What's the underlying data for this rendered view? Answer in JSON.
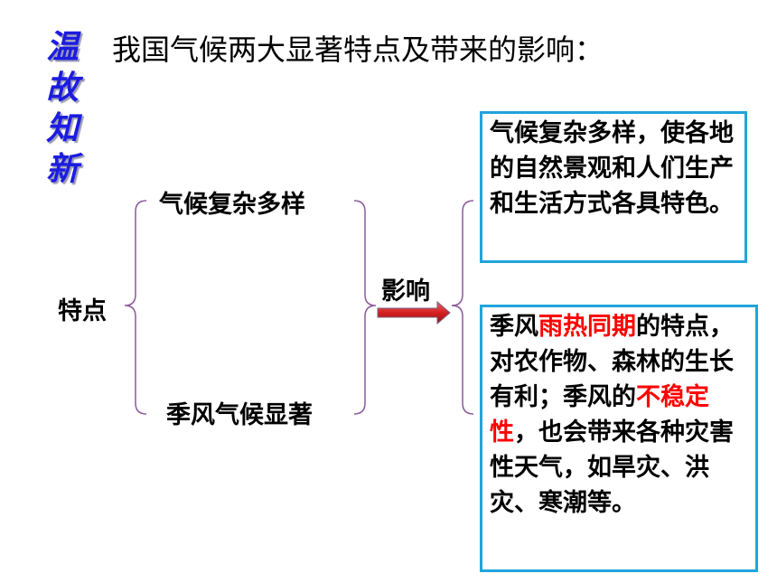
{
  "title_vertical": [
    "温",
    "故",
    "知",
    "新"
  ],
  "heading": "我国气候两大显著特点及带来的影响：",
  "root_label": "特点",
  "features": [
    "气候复杂多样",
    "季风气候显著"
  ],
  "arrow_label": "影响",
  "effects": {
    "box1": "气候复杂多样，使各地的自然景观和人们生产和生活方式各具特色。",
    "box2": {
      "t1": "季风",
      "h1": "雨热同期",
      "t2": "的特点，对农作物、森林的生长有利；季风的",
      "h2": "不稳定性",
      "t3": "，也会带来各种灾害性天气，如旱灾、洪灾、寒潮等。"
    }
  },
  "colors": {
    "title": "#1c1ce0",
    "box_border": "#20a4dc",
    "highlight": "#ff0000",
    "bracket": "#8a5a9c",
    "arrow": "#d42020"
  }
}
